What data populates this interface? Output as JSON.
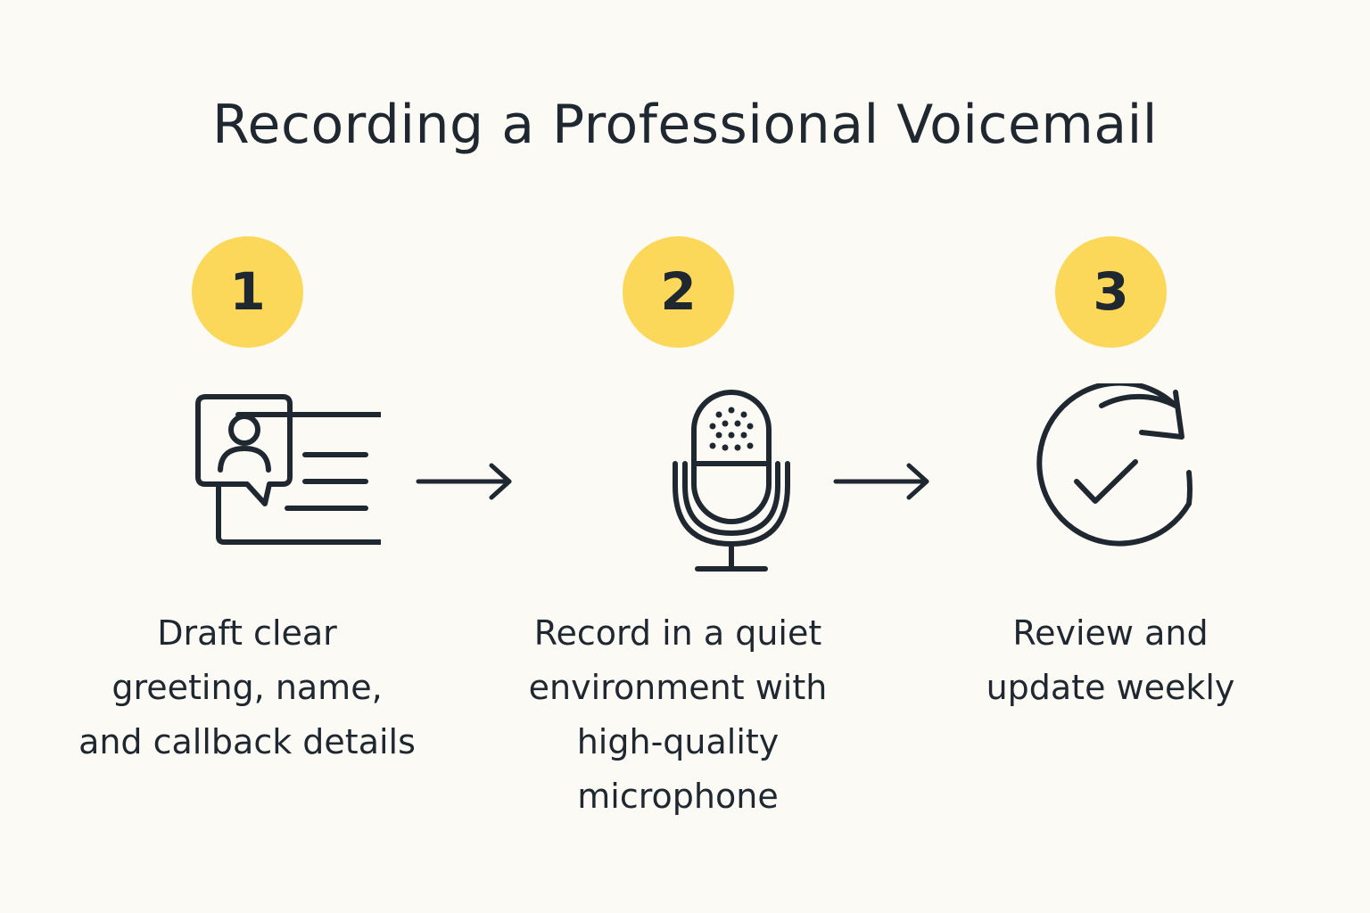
{
  "title": "Recording a Professional Voicemail",
  "colors": {
    "background": "#fcfaf4",
    "badge": "#fcd85a",
    "ink": "#1f2830"
  },
  "steps": [
    {
      "number": "1",
      "icon": "profile-card-chat-icon",
      "caption": "Draft clear\ngreeting, name,\nand callback details"
    },
    {
      "number": "2",
      "icon": "microphone-icon",
      "caption": "Record in a quiet\nenvironment with\nhigh-quality\nmicrophone"
    },
    {
      "number": "3",
      "icon": "refresh-check-icon",
      "caption": "Review and\nupdate weekly"
    }
  ],
  "connectors": [
    {
      "icon": "arrow-right-icon"
    },
    {
      "icon": "arrow-right-icon"
    }
  ]
}
